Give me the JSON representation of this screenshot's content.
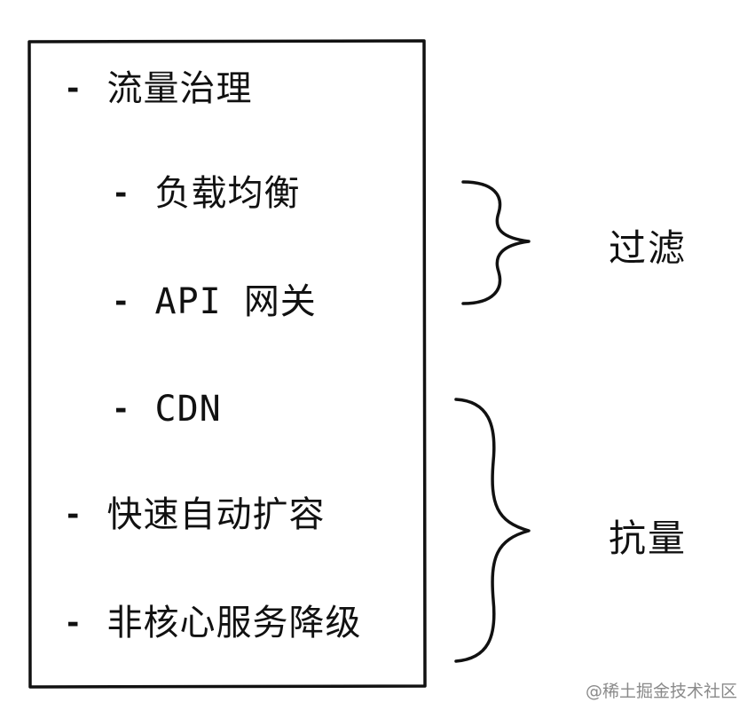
{
  "items": [
    {
      "dash": "-",
      "text": "流量治理"
    },
    {
      "dash": "-",
      "text": "负载均衡"
    },
    {
      "dash": "-",
      "text": "API 网关"
    },
    {
      "dash": "-",
      "text": "CDN"
    },
    {
      "dash": "-",
      "text": "快速自动扩容"
    },
    {
      "dash": "-",
      "text": "非核心服务降级"
    }
  ],
  "groups": [
    {
      "label": "过滤"
    },
    {
      "label": "抗量"
    }
  ],
  "watermark": "@稀土掘金技术社区"
}
